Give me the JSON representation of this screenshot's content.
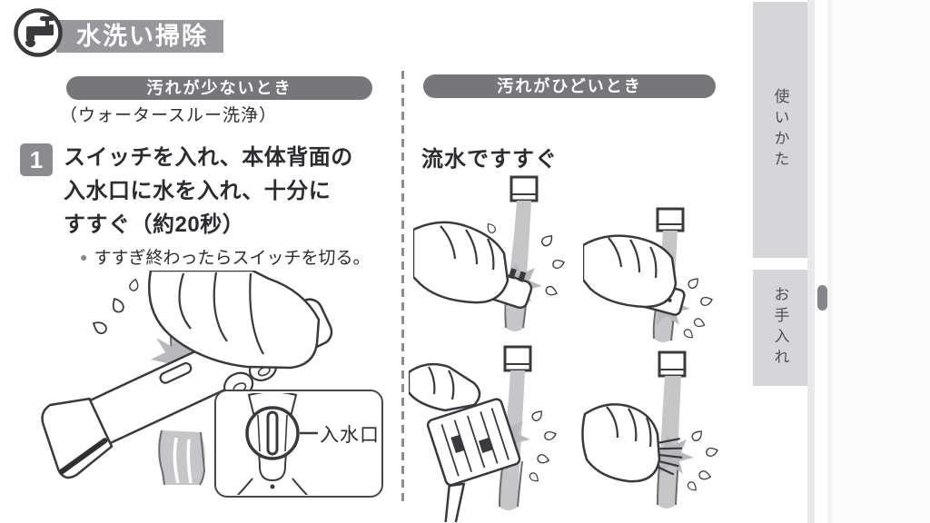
{
  "header": {
    "title": "水洗い掃除"
  },
  "left_section": {
    "header": "汚れが少ないとき",
    "subtitle": "（ウォータースルー洗浄）",
    "step": {
      "number": "1",
      "lines": [
        "スイッチを入れ、本体背面の",
        "入水口に水を入れ、十分に",
        "すすぐ（約20秒）"
      ]
    },
    "note_bullet": "●",
    "note": "すすぎ終わったらスイッチを切る。",
    "callout_label": "入水口"
  },
  "right_section": {
    "header": "汚れがひどいとき",
    "instruction": "流水ですすぐ"
  },
  "sidebar": {
    "tabs": [
      {
        "label": "使いかた"
      },
      {
        "label": "お手入れ"
      }
    ]
  },
  "icons": {
    "header_icon": "faucet-icon",
    "illustrations": [
      "rinse-body-under-tap",
      "rinse-trimmer-head",
      "rinse-flat-panel",
      "rinse-open-body",
      "rinse-brush-attachment"
    ]
  },
  "colors": {
    "bar": "#98989c",
    "pill": "#76767b",
    "step": "#8a8a8f",
    "ink": "#2b2b30",
    "line": "#3a3a3e",
    "stream": "#c6c6c9",
    "splash": "#b9b9bd",
    "tab_bg": "#d6d6d8",
    "tab_text": "#515157",
    "thumb": "#85858a",
    "edge": "#e9e9eb",
    "edge2": "#f1f1f3"
  }
}
